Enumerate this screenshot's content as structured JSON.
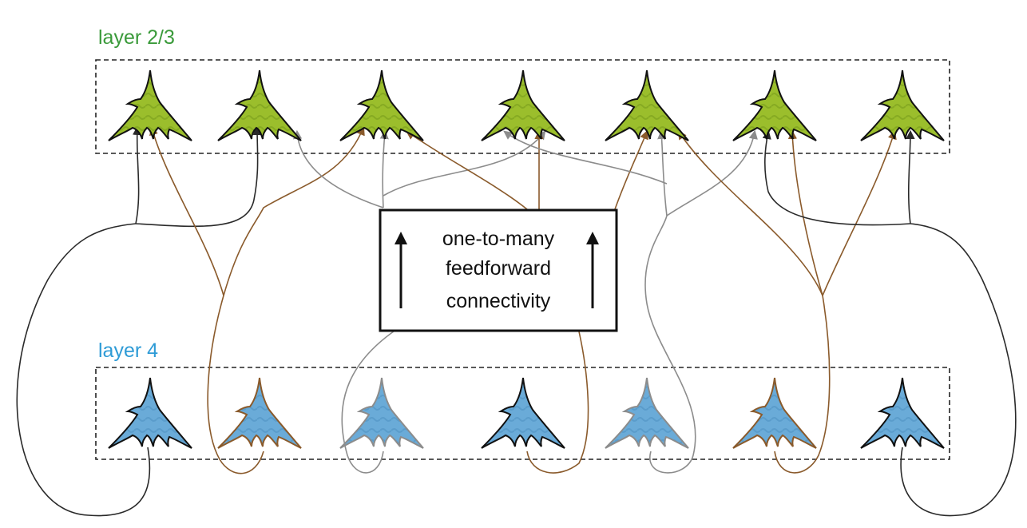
{
  "layers": {
    "upper": {
      "label": "layer 2/3",
      "color": "#3a9a3a",
      "neuron_fill": "#9bbe2c",
      "neuron_fill_dark": "#7fa320"
    },
    "lower": {
      "label": "layer 4",
      "color": "#2e9bd6",
      "neuron_fill": "#6aabd8",
      "neuron_fill_dark": "#5596c4"
    }
  },
  "central_box": {
    "lines": [
      "one-to-many",
      "feedforward",
      "connectivity"
    ],
    "arrow_icon": "up-arrow-icon"
  },
  "connection_colors": {
    "brown": "#8a5a2b",
    "gray": "#8c8c8c",
    "black": "#2a2a2a"
  },
  "neuron_outline": {
    "lower": [
      "black",
      "brown",
      "gray",
      "black",
      "gray",
      "brown",
      "black"
    ]
  }
}
